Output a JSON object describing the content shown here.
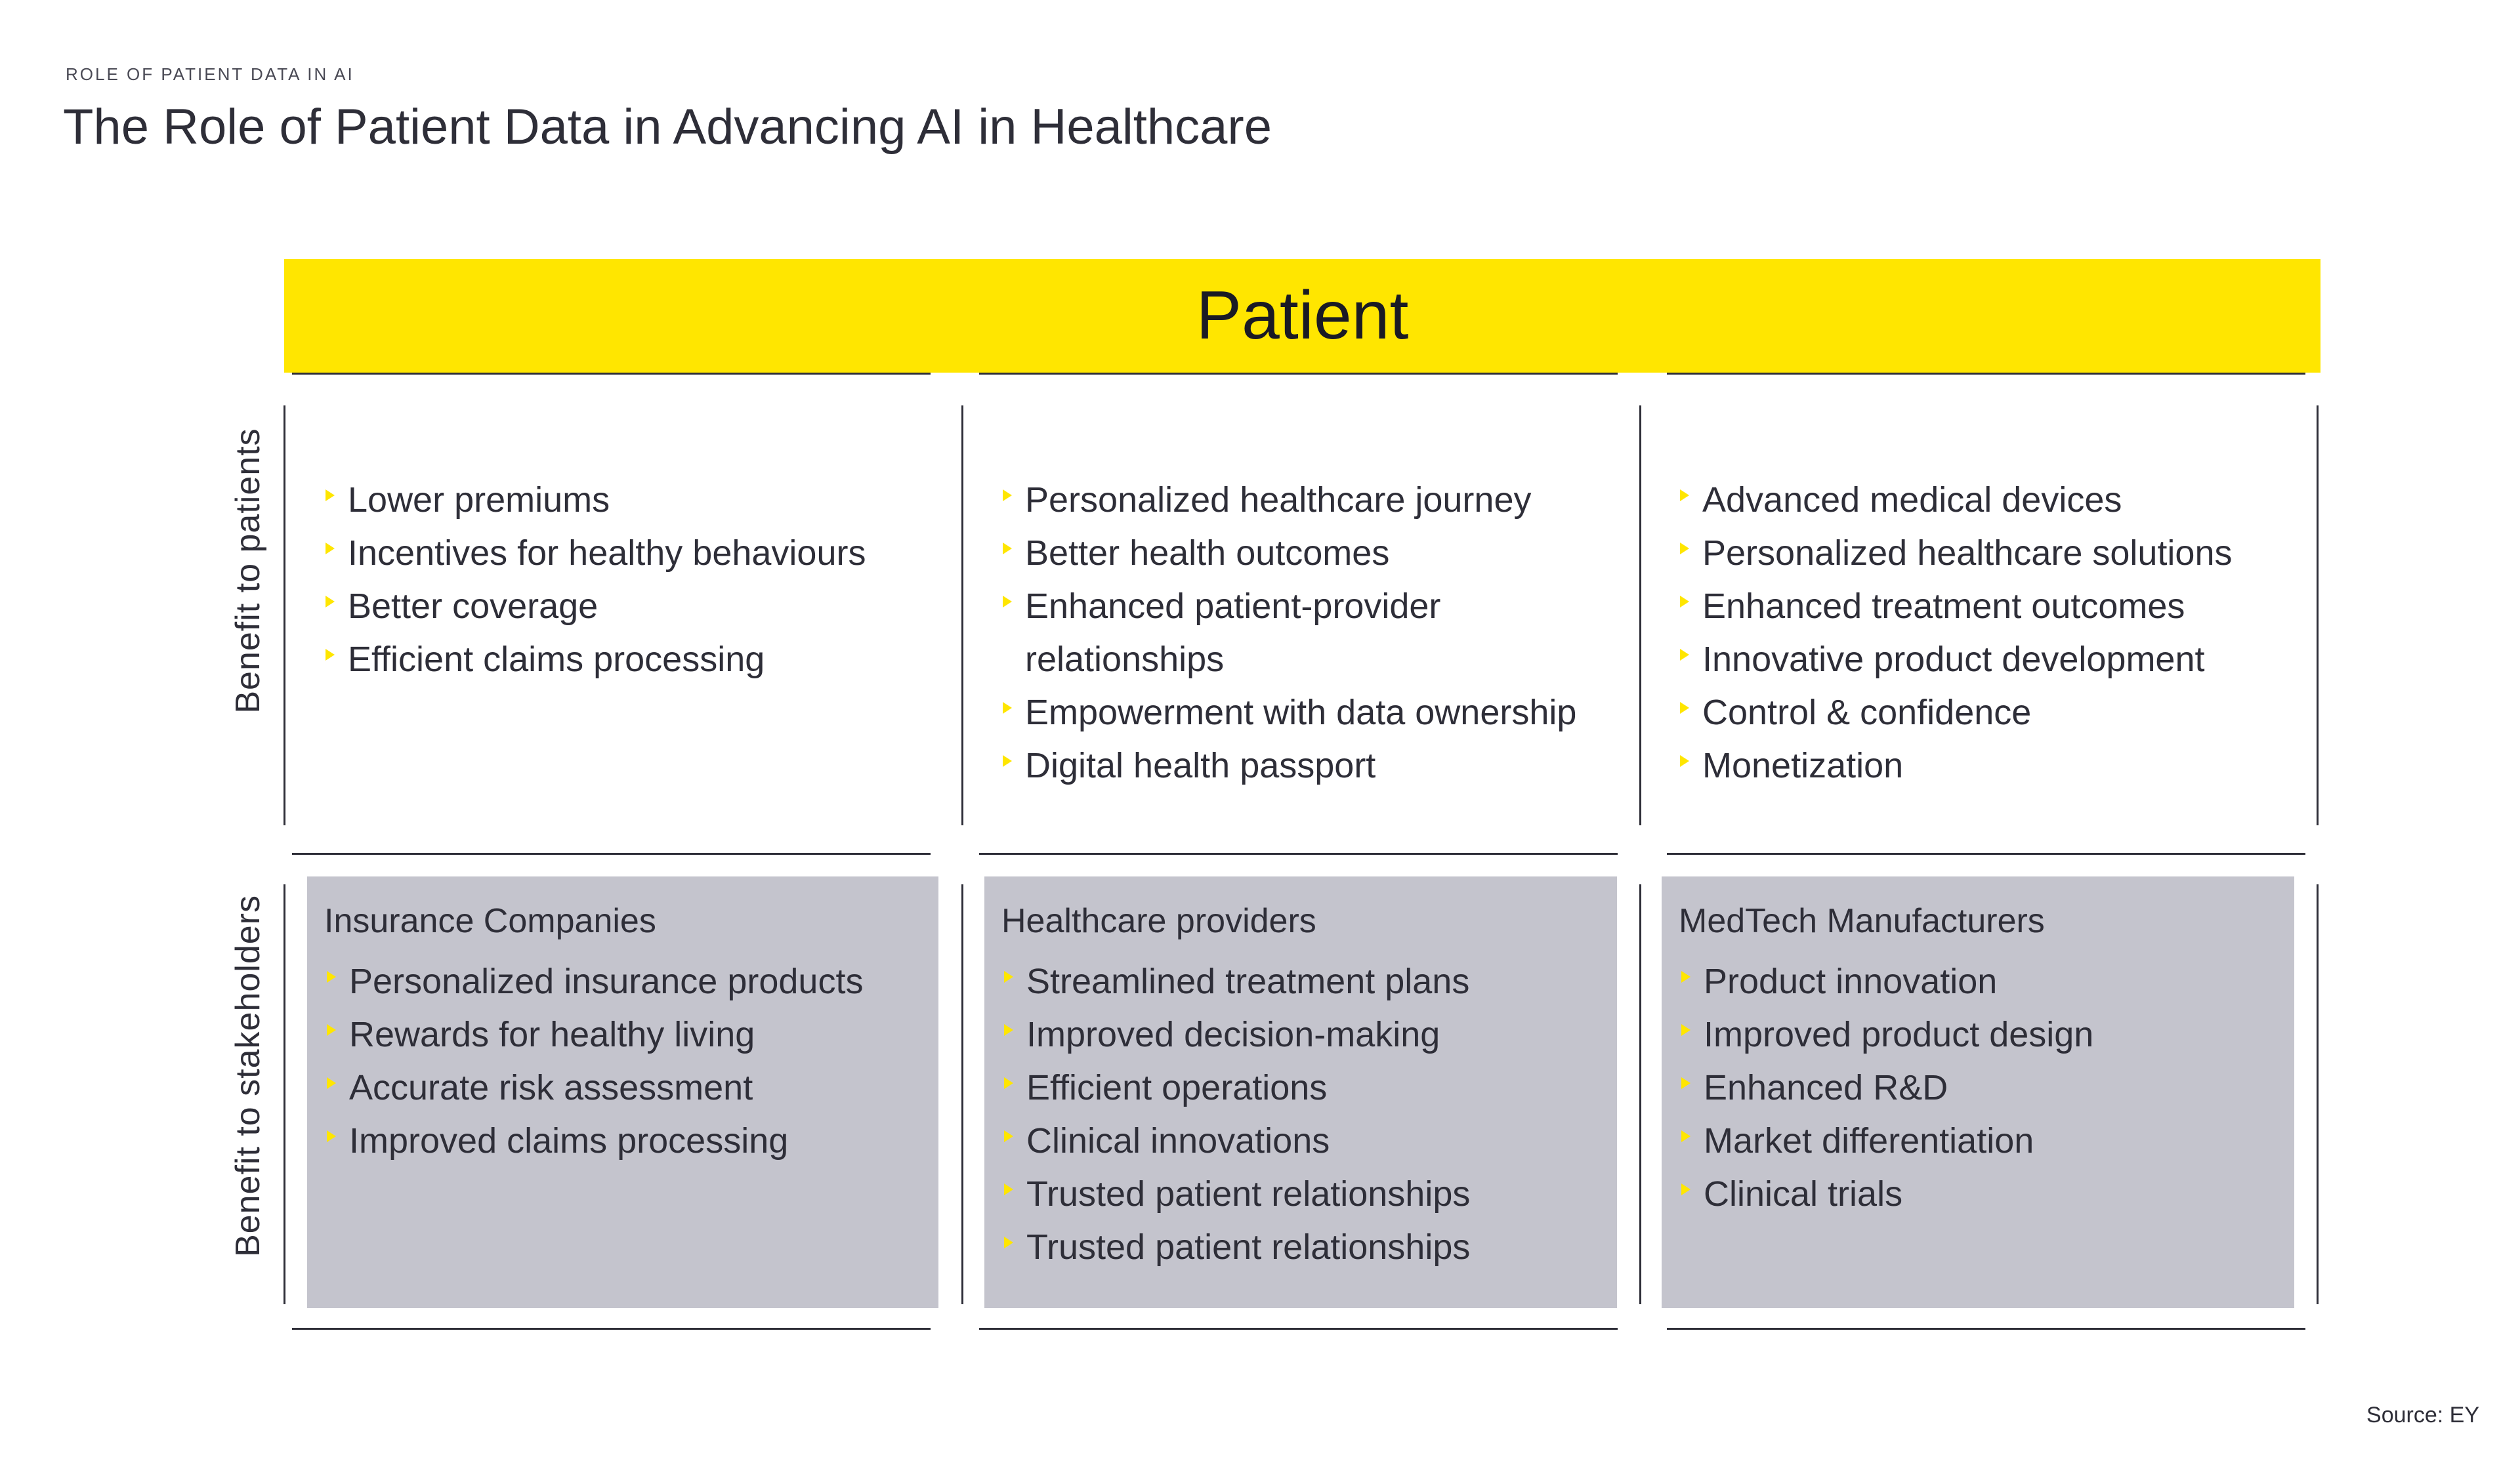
{
  "header": {
    "eyebrow": "ROLE OF PATIENT DATA IN AI",
    "title": "The Role of Patient Data in Advancing AI in Healthcare"
  },
  "banner": {
    "label": "Patient"
  },
  "row_labels": {
    "patients": "Benefit to patients",
    "stakeholders": "Benefit to stakeholders"
  },
  "patient_benefits": [
    {
      "items": [
        "Lower premiums",
        "Incentives for healthy behaviours",
        "Better coverage",
        "Efficient claims processing"
      ]
    },
    {
      "items": [
        "Personalized healthcare journey",
        "Better health outcomes",
        "Enhanced patient-provider relationships",
        "Empowerment with data ownership",
        "Digital health passport"
      ]
    },
    {
      "items": [
        "Advanced medical devices",
        "Personalized healthcare solutions",
        "Enhanced treatment outcomes",
        "Innovative product development",
        "Control & confidence",
        "Monetization"
      ]
    }
  ],
  "stakeholders": [
    {
      "heading": "Insurance Companies",
      "items": [
        "Personalized insurance products",
        "Rewards for healthy living",
        "Accurate risk assessment",
        "Improved claims processing"
      ]
    },
    {
      "heading": "Healthcare providers",
      "items": [
        "Streamlined treatment plans",
        "Improved decision-making",
        "Efficient operations",
        "Clinical innovations",
        "Trusted patient relationships",
        "Trusted patient relationships"
      ]
    },
    {
      "heading": "MedTech Manufacturers",
      "items": [
        "Product innovation",
        "Improved product design",
        "Enhanced R&D",
        "Market differentiation",
        "Clinical trials"
      ]
    }
  ],
  "footer": {
    "source": "Source: EY"
  },
  "colors": {
    "accent": "#ffe600",
    "box": "#c4c4cd",
    "text": "#2e2e38"
  },
  "icons": {
    "bullet": "yellow-triangle-bullet-icon"
  }
}
